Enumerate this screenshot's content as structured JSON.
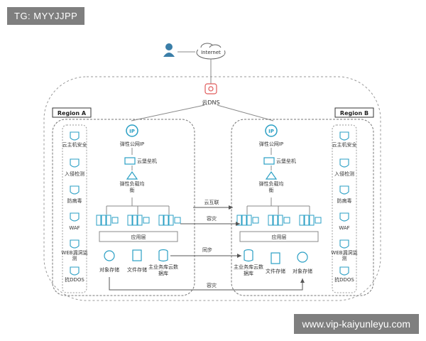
{
  "tag": "TG: MYYJJPP",
  "watermark": "www.vip-kaiyunleyu.com",
  "diagram": {
    "internet": "Internet",
    "dns": "云DNS",
    "region_a": "Region A",
    "region_b": "Region B",
    "security_items": [
      "云主机安全",
      "入侵检测",
      "防病毒",
      "WAF",
      "WEB漏洞监测",
      "抗DDOS"
    ],
    "ip_label": "IP",
    "elastic_ip": "弹性公网IP",
    "bastion": "云堡垒机",
    "load_balancer": "弹性负载均衡",
    "app_layer": "应用层",
    "object_storage": "对象存储",
    "file_storage": "文件存储",
    "primary_db": "主业务库云数据库",
    "cloud_interconnect": "云互联",
    "disaster_recovery": "容灾",
    "sync": "同步",
    "dr_bottom": "容灾"
  },
  "colors": {
    "accent": "#2a9fc4",
    "line": "#8a8a8a",
    "dns_red": "#e05a5a"
  }
}
